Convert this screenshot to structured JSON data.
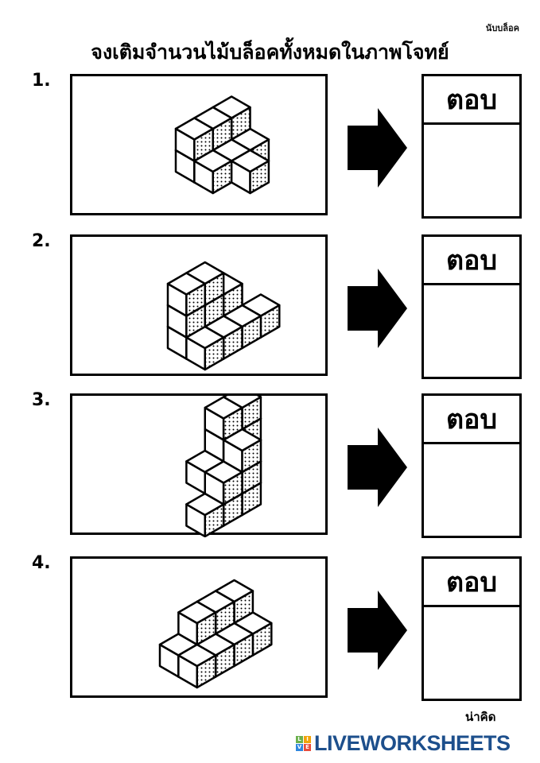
{
  "corner_label": "นับบล็อค",
  "title": "จงเติมจำนวนไม้บล็อคทั้งหมดในภาพโจทย์",
  "questions": [
    {
      "number": "1.",
      "answer_label": "ตอบ",
      "answer": ""
    },
    {
      "number": "2.",
      "answer_label": "ตอบ",
      "answer": ""
    },
    {
      "number": "3.",
      "answer_label": "ตอบ",
      "answer": ""
    },
    {
      "number": "4.",
      "answer_label": "ตอบ",
      "answer": ""
    }
  ],
  "footer": {
    "brand": "LIVEWORKSHEETS",
    "logo_letters": [
      "L",
      "I",
      "V",
      "E"
    ],
    "overlay_text": "น่าคิด"
  },
  "colors": {
    "brand": "#1d4f8c",
    "logo": [
      "#6ab04c",
      "#f0a30a",
      "#2e86de",
      "#e74c3c"
    ]
  }
}
